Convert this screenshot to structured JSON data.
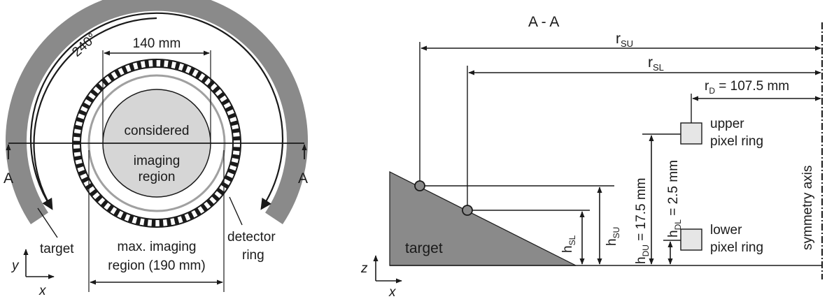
{
  "left_view": {
    "angle_label": "240°",
    "width_140": "140 mm",
    "considered_line1": "considered",
    "considered_line2": "imaging",
    "considered_line3": "region",
    "section_mark": "A",
    "target_label": "target",
    "max_line1": "max. imaging",
    "max_line2": "region (190 mm)",
    "detector_line1": "detector",
    "detector_line2": "ring",
    "axis_y": "y",
    "axis_x": "x"
  },
  "right_view": {
    "section_title": "A - A",
    "r_su": {
      "main": "r",
      "sub": "SU"
    },
    "r_sl": {
      "main": "r",
      "sub": "SL"
    },
    "r_d": {
      "main": "r",
      "sub": "D",
      "rest": " = 107.5 mm"
    },
    "upper_ring_line1": "upper",
    "upper_ring_line2": "pixel ring",
    "lower_ring_line1": "lower",
    "lower_ring_line2": "pixel ring",
    "symmetry_axis": "symmetry axis",
    "h_du": {
      "main": "h",
      "sub": "DU",
      "rest": " = 17.5 mm"
    },
    "h_dl": {
      "main": "h",
      "sub": "DL",
      "rest": " = 2.5 mm"
    },
    "h_su": {
      "main": "h",
      "sub": "SU"
    },
    "h_sl": {
      "main": "h",
      "sub": "SL"
    },
    "target_label": "target",
    "axis_z": "z",
    "axis_x": "x"
  },
  "colors": {
    "target_gray": "#8a8a8a",
    "region_fill": "#d6d6d6",
    "inner_ring": "#a0a0a0",
    "line": "#1a1a1a",
    "pixel_fill": "#e6e6e6"
  }
}
